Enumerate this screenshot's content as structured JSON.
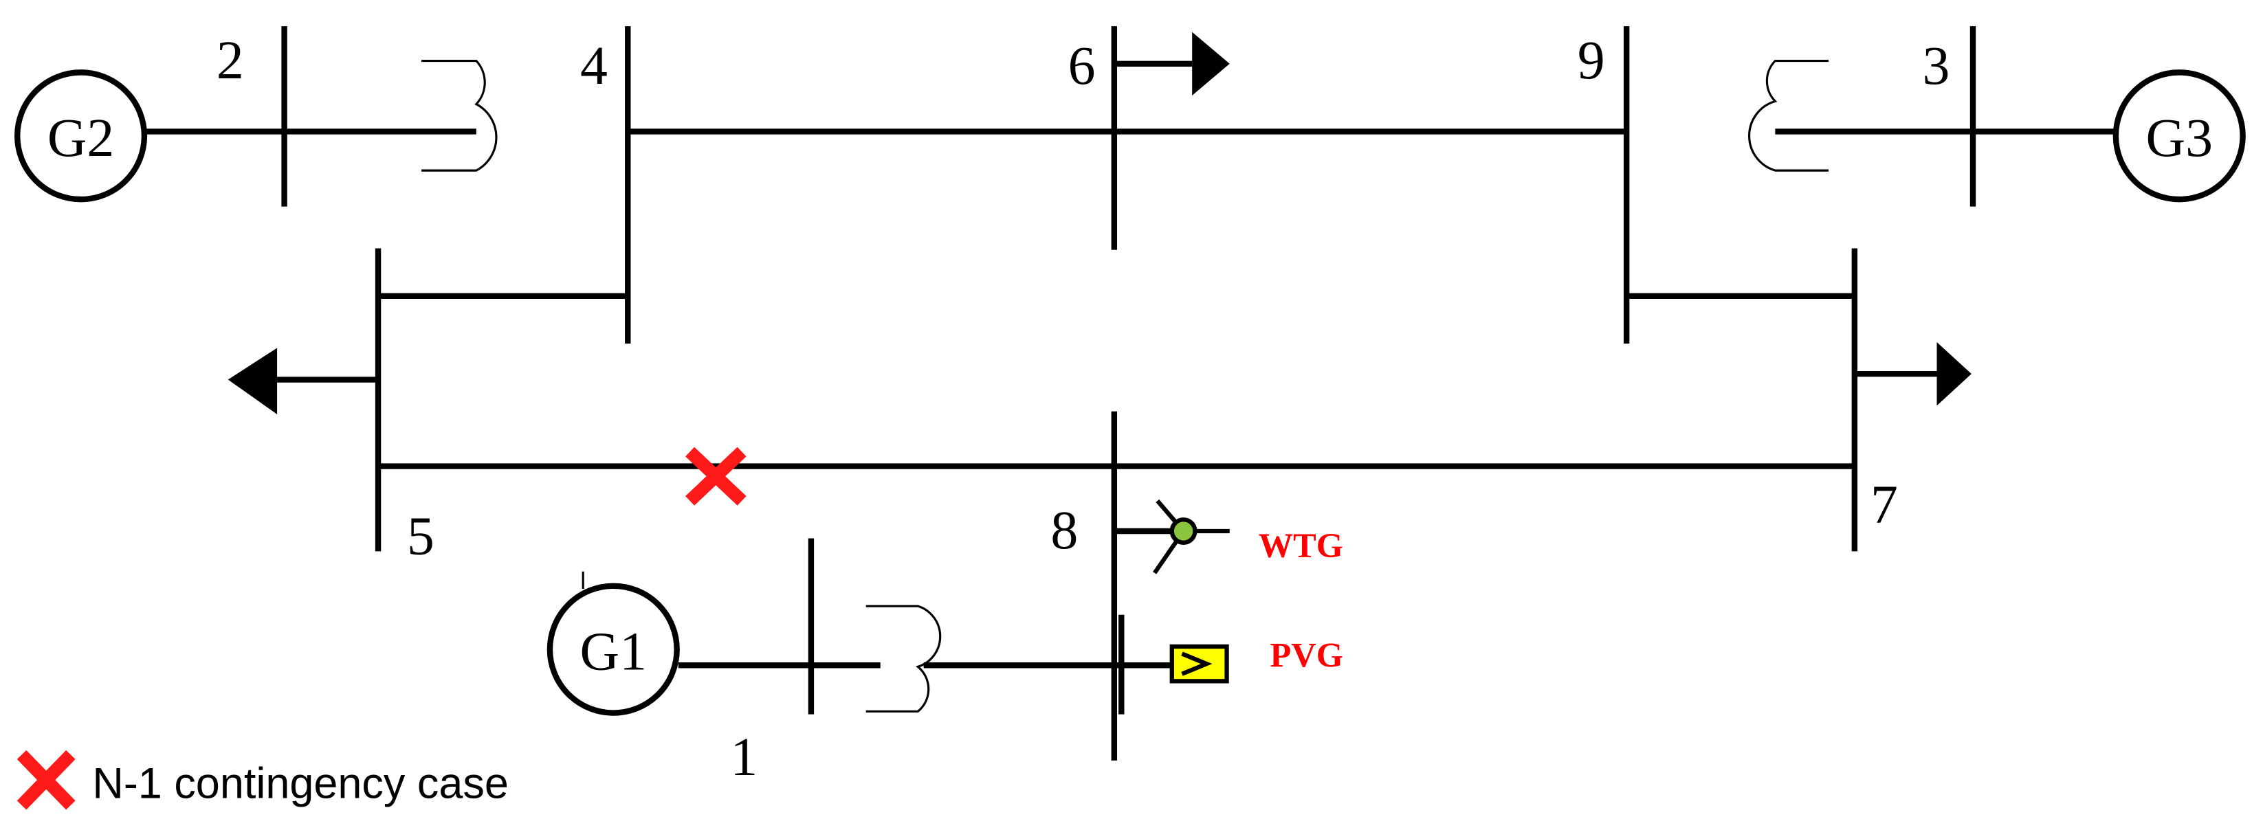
{
  "generators": {
    "g1": "G1",
    "g2": "G2",
    "g3": "G3"
  },
  "buses": {
    "b1": "1",
    "b2": "2",
    "b3": "3",
    "b4": "4",
    "b5": "5",
    "b6": "6",
    "b7": "7",
    "b8": "8",
    "b9": "9"
  },
  "renewables": {
    "wtg": "WTG",
    "pvg": "PVG"
  },
  "legend": {
    "label": "N-1 contingency case"
  },
  "colors": {
    "line": "#000000",
    "contingency": "#ff1a1a",
    "renewable_label": "#ff0000",
    "pv_fill": "#ffff00",
    "wind_hub": "#8cc63f"
  },
  "icons": {
    "contingency": "cross-icon",
    "load": "arrow-icon",
    "generator": "circle-icon"
  }
}
